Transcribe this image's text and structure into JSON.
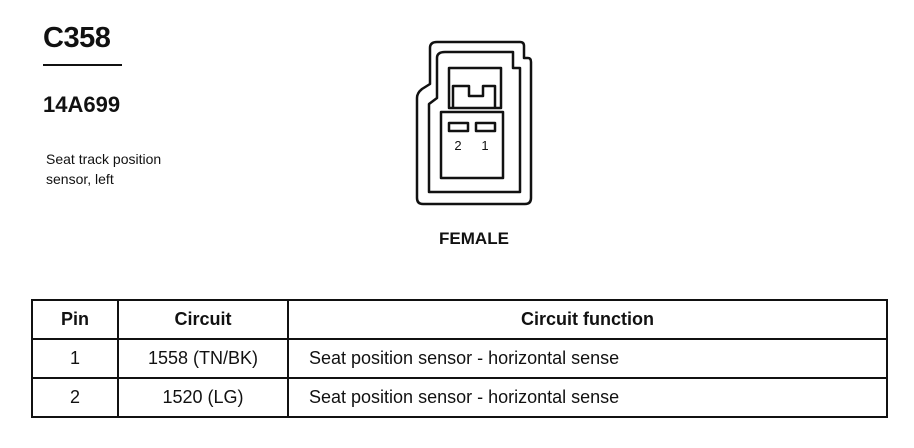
{
  "connector": {
    "id": "C358",
    "part_number": "14A699",
    "description_line1": "Seat track position",
    "description_line2": "sensor, left",
    "gender": "FEMALE",
    "pin_labels": [
      "2",
      "1"
    ]
  },
  "table": {
    "headers": {
      "pin": "Pin",
      "circuit": "Circuit",
      "function": "Circuit function"
    },
    "rows": [
      {
        "pin": "1",
        "circuit": "1558 (TN/BK)",
        "function": "Seat position sensor - horizontal sense"
      },
      {
        "pin": "2",
        "circuit": "1520 (LG)",
        "function": "Seat position sensor - horizontal sense"
      }
    ]
  }
}
